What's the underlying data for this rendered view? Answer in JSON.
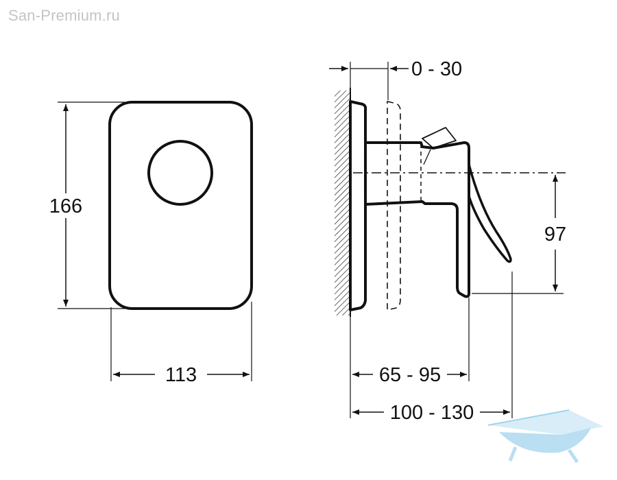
{
  "watermark": "San-Premium.ru",
  "dimensions": {
    "height_front": "166",
    "width_front": "113",
    "adjust_offset": "0 - 30",
    "handle_drop": "97",
    "depth_body": "65 - 95",
    "depth_total": "100 - 130"
  },
  "colors": {
    "line": "#111111",
    "watermark": "#c4c4c4",
    "logo": "#a9d6ef"
  },
  "icons": {
    "logo": "bathtub-logo-icon"
  }
}
